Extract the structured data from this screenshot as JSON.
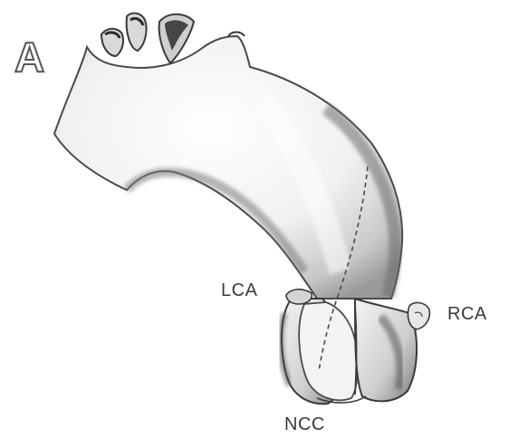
{
  "figure": {
    "panel_letter": "A",
    "labels": {
      "lca": "LCA",
      "rca": "RCA",
      "ncc": "NCC"
    },
    "colors": {
      "background": "#ffffff",
      "outline": "#3a3a3a",
      "shading": "#8c8c8c",
      "label": "#3a3a3a"
    }
  }
}
